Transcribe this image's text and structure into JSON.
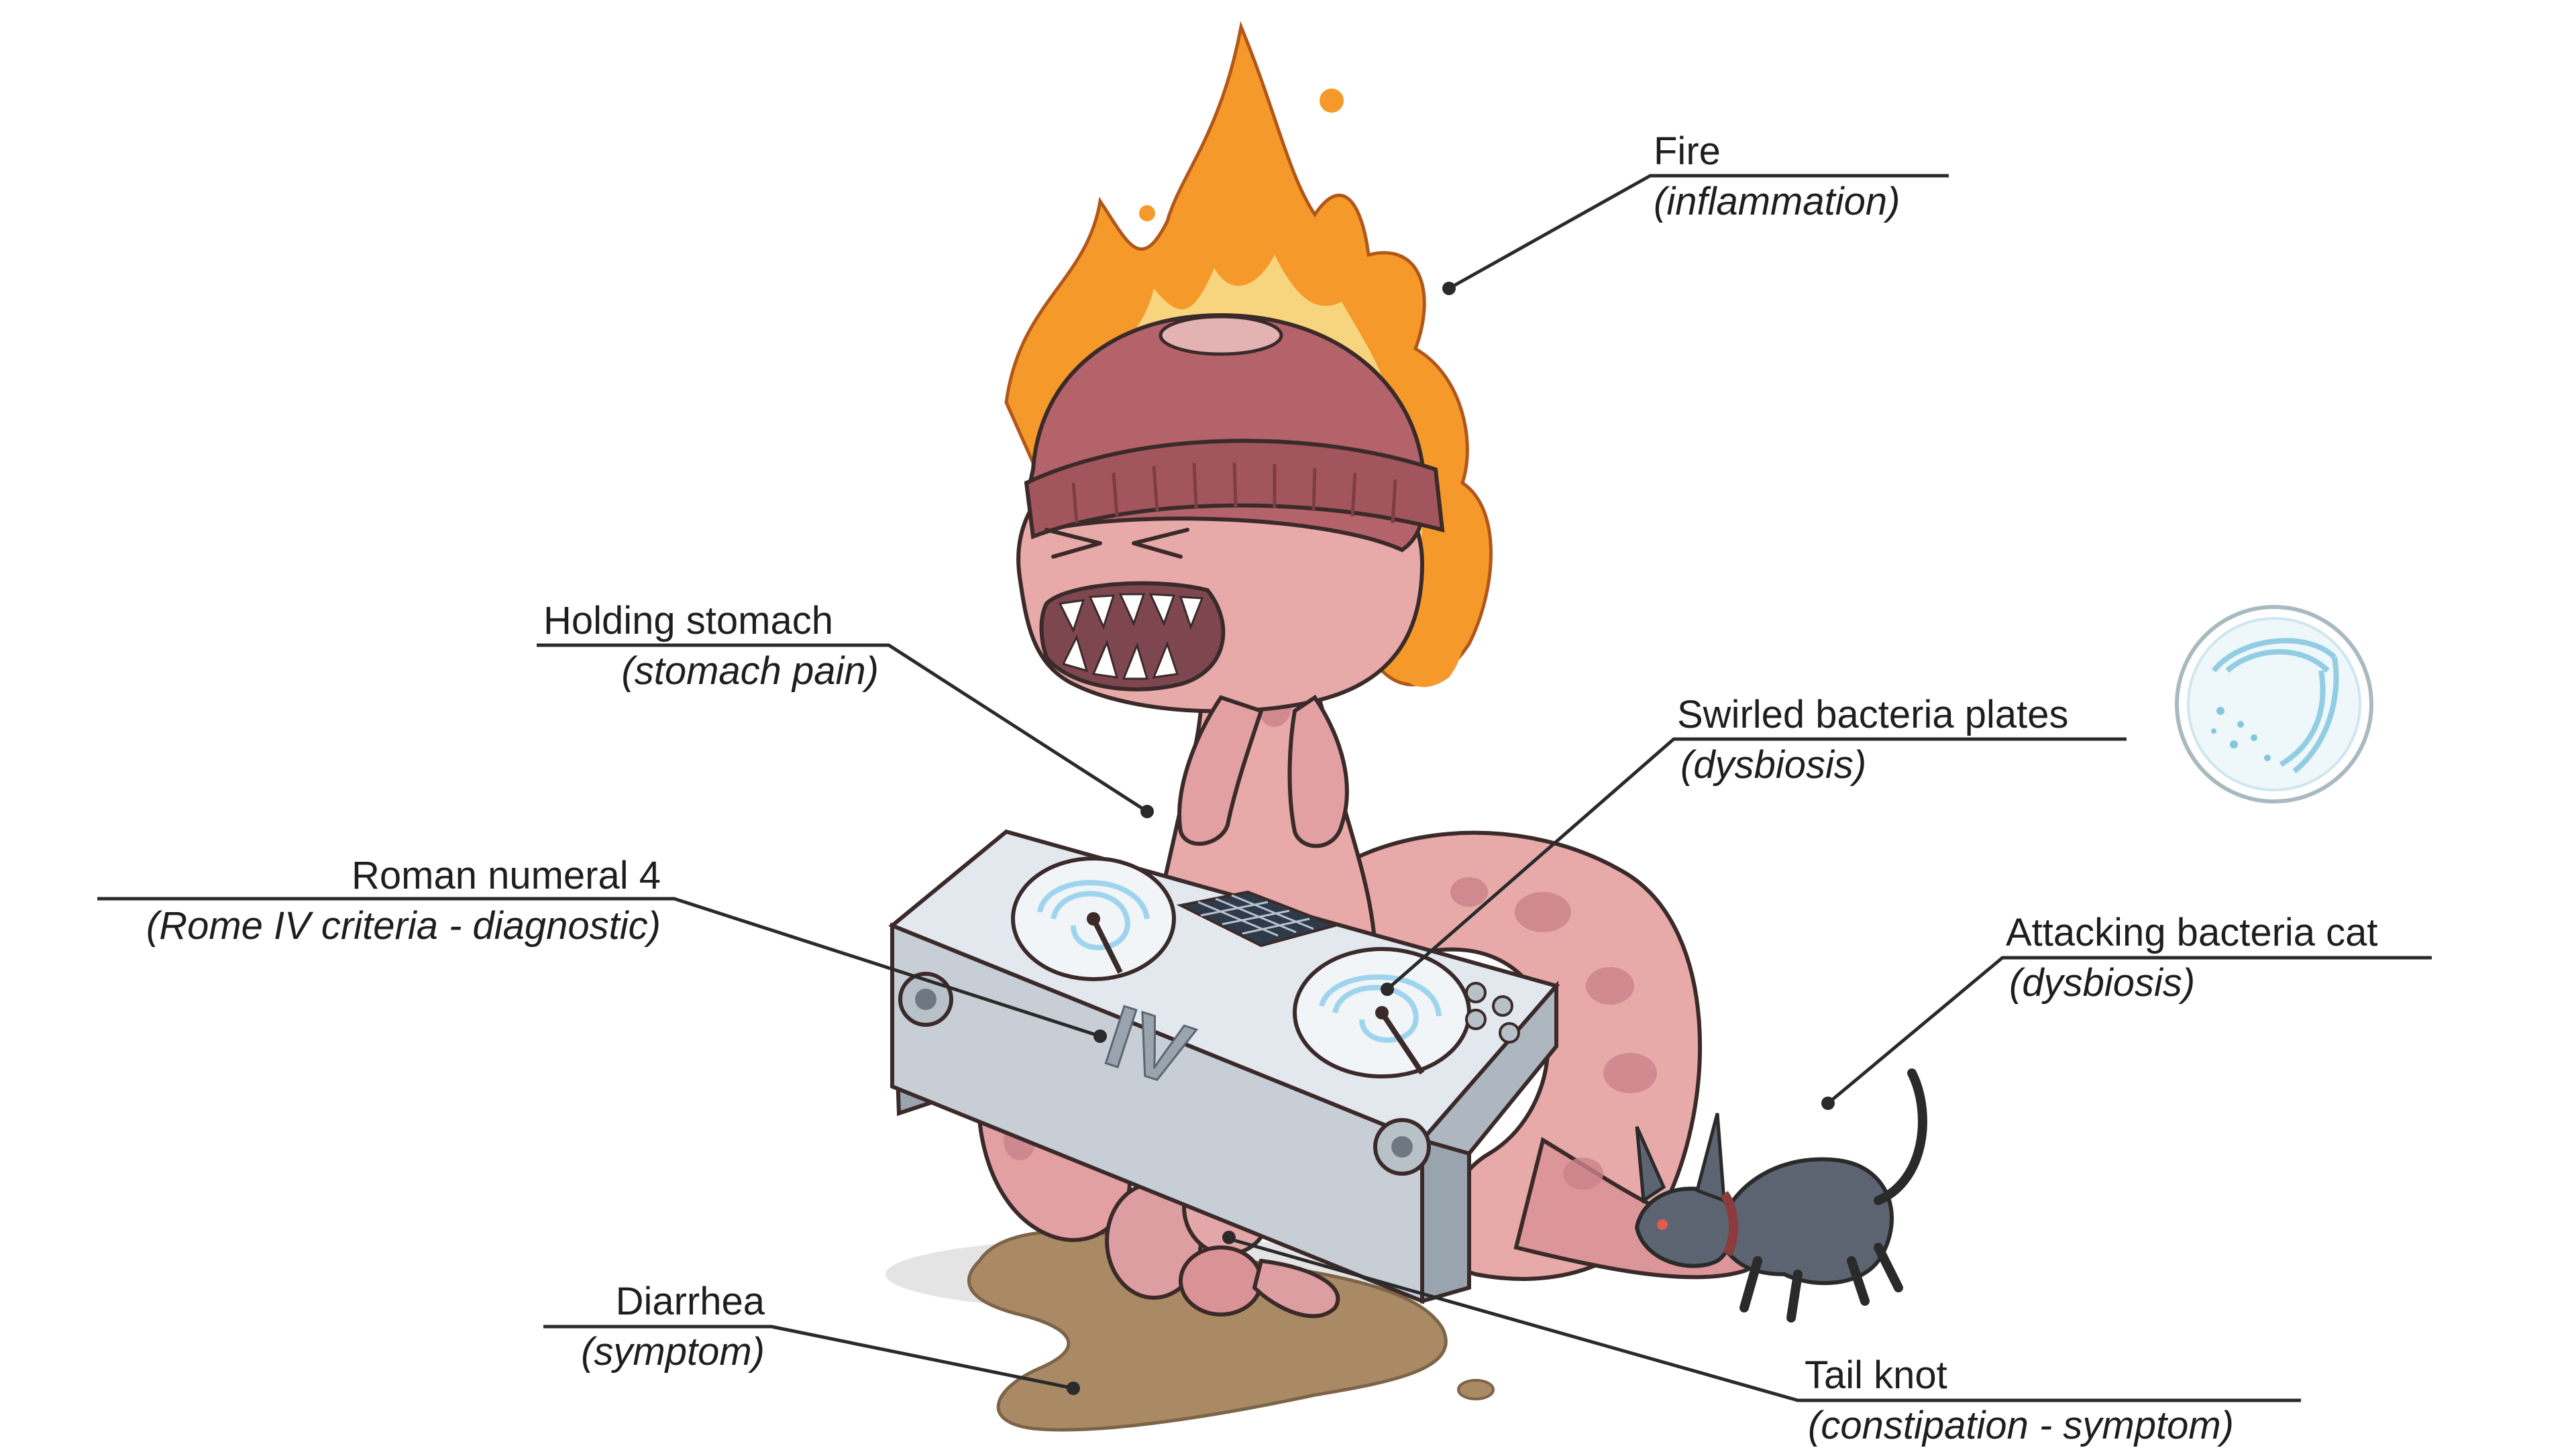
{
  "colors": {
    "worm_body": "#e8a9a9",
    "worm_shade": "#c97f84",
    "worm_spots": "#b86a72",
    "hat": "#b4636a",
    "hat_dark": "#8e4248",
    "fire_outer": "#f59a2a",
    "fire_inner": "#f6d57e",
    "mouth": "#7e4750",
    "deck_body": "#d7dde4",
    "deck_shadow": "#9aa4ae",
    "swirl": "#9fd4ef",
    "puddle": "#a98a64",
    "cat": "#5b6470",
    "petri_rim": "#cfe6ef",
    "petri_swirl": "#84c6df",
    "line": "#2a2a2a"
  },
  "callouts": [
    {
      "id": "fire",
      "title": "Fire",
      "subtitle": "(inflammation)"
    },
    {
      "id": "holding",
      "title": "Holding stomach",
      "subtitle": "(stomach pain)"
    },
    {
      "id": "swirled",
      "title": "Swirled bacteria plates",
      "subtitle": "(dysbiosis)"
    },
    {
      "id": "roman",
      "title": "Roman numeral 4",
      "subtitle": "(Rome IV criteria - diagnostic)"
    },
    {
      "id": "cat",
      "title": "Attacking bacteria cat",
      "subtitle": "(dysbiosis)"
    },
    {
      "id": "diarrhea",
      "title": "Diarrhea",
      "subtitle": "(symptom)"
    },
    {
      "id": "tailknot",
      "title": "Tail knot",
      "subtitle": "(constipation - symptom)"
    }
  ],
  "deck_label": "IV"
}
